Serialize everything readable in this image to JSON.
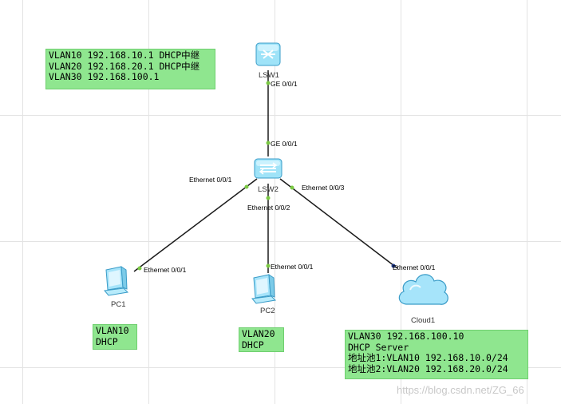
{
  "notes": {
    "core": [
      "VLAN10 192.168.10.1 DHCP中继",
      "VLAN20 192.168.20.1 DHCP中继",
      "VLAN30 192.168.100.1"
    ],
    "pc1": [
      "VLAN10",
      "DHCP"
    ],
    "pc2": [
      "VLAN20",
      "DHCP"
    ],
    "server": [
      "VLAN30 192.168.100.10",
      "DHCP Server",
      "地址池1:VLAN10 192.168.10.0/24",
      "地址池2:VLAN20 192.168.20.0/24"
    ]
  },
  "devices": {
    "lsw1": "LSW1",
    "lsw2": "LSW2",
    "pc1": "PC1",
    "pc2": "PC2",
    "cloud1": "Cloud1"
  },
  "ports": {
    "lsw1_ge": "GE 0/0/1",
    "lsw2_ge": "GE 0/0/1",
    "lsw2_e1": "Ethernet 0/0/1",
    "lsw2_e2": "Ethernet 0/0/2",
    "lsw2_e3": "Ethernet 0/0/3",
    "pc1_e1": "Ethernet 0/0/1",
    "pc2_e1": "Ethernet 0/0/1",
    "cloud_e1": "Ethernet 0/0/1"
  },
  "watermark": "https://blog.csdn.net/ZG_66",
  "colors": {
    "note_bg": "#8fe68f",
    "port_dot": "#7ac943",
    "link": "#1a1a1a"
  }
}
